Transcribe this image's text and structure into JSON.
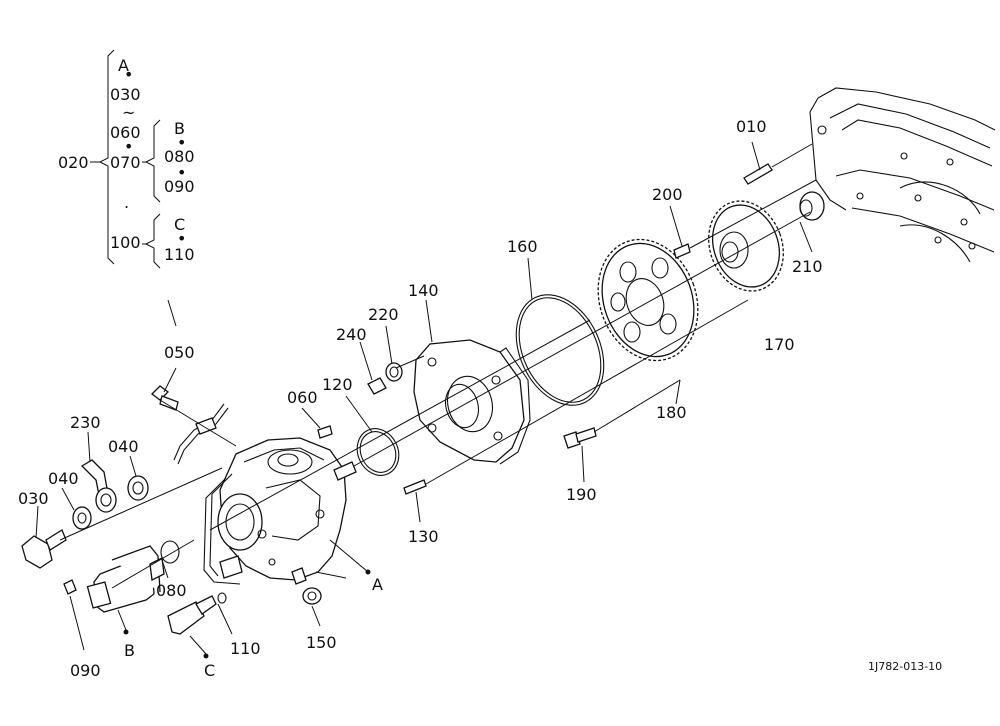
{
  "legend": {
    "root": "020",
    "sep_dot": "•",
    "sep_tilde": "~",
    "group_a": {
      "key": "A",
      "from": "030",
      "to": "060",
      "item": "070"
    },
    "group_b": {
      "key": "B",
      "first": "080",
      "second": "090"
    },
    "group_c": {
      "key": "C",
      "item": "100",
      "first": "C",
      "second": "110"
    },
    "gap_dot": "."
  },
  "callouts": {
    "p010": "010",
    "p200": "200",
    "p160": "160",
    "p140": "140",
    "p220": "220",
    "p240": "240",
    "p050": "050",
    "p120": "120",
    "p060": "060",
    "p230": "230",
    "p040a": "040",
    "p040b": "040",
    "p030": "030",
    "p170": "170",
    "p180": "180",
    "p190": "190",
    "p210": "210",
    "p130": "130",
    "p080": "080",
    "p090": "090",
    "p110": "110",
    "p150": "150",
    "refA": "A",
    "refB": "B",
    "refC": "C"
  },
  "drawing_number": "1J782-013-10"
}
